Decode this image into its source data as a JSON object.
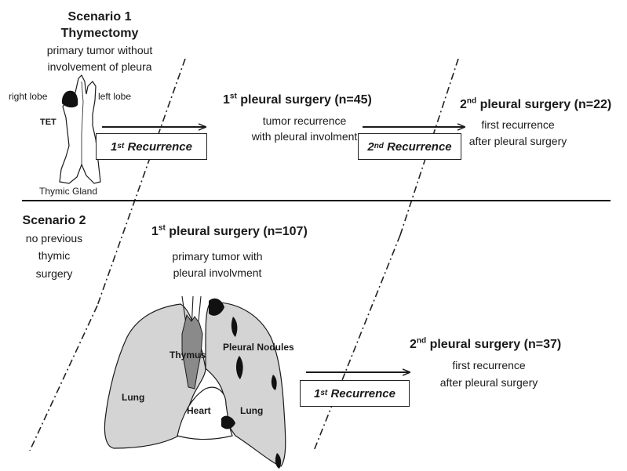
{
  "scenario1": {
    "title": "Scenario 1",
    "subtitle": "Thymectomy",
    "desc_line1": "primary tumor without",
    "desc_line2": "involvement of pleura",
    "right_lobe": "right lobe",
    "left_lobe": "left lobe",
    "tet": "TET",
    "thymic_gland": "Thymic Gland",
    "recurrence1": {
      "sup": "st",
      "prefix": "1",
      "text": "Recurrence"
    },
    "surgery1": {
      "prefix": "1",
      "sup": "st",
      "text": "pleural surgery (n=45)"
    },
    "surgery1_desc1": "tumor recurrence",
    "surgery1_desc2": "with pleural involment",
    "recurrence2": {
      "sup": "nd",
      "prefix": "2",
      "text": "Recurrence"
    },
    "surgery2": {
      "prefix": "2",
      "sup": "nd",
      "text": "pleural surgery (n=22)"
    },
    "surgery2_desc1": "first recurrence",
    "surgery2_desc2": "after pleural surgery"
  },
  "scenario2": {
    "title": "Scenario 2",
    "desc_line1": "no previous",
    "desc_line2": "thymic",
    "desc_line3": "surgery",
    "surgery1": {
      "prefix": "1",
      "sup": "st",
      "text": "pleural surgery (n=107)"
    },
    "surgery1_desc1": "primary tumor with",
    "surgery1_desc2": "pleural involvment",
    "label_thymus": "Thymus",
    "label_nodules": "Pleural Nodules",
    "label_lung_left": "Lung",
    "label_heart": "Heart",
    "label_lung_right": "Lung",
    "recurrence1": {
      "sup": "st",
      "prefix": "1",
      "text": "Recurrence"
    },
    "surgery2": {
      "prefix": "2",
      "sup": "nd",
      "text": "pleural surgery (n=37)"
    },
    "surgery2_desc1": "first recurrence",
    "surgery2_desc2": "after pleural surgery"
  },
  "colors": {
    "ink": "#1a1a1a",
    "lung_fill": "#d4d4d4",
    "thymus_fill": "#8a8a8a",
    "nodule_fill": "#111111"
  }
}
